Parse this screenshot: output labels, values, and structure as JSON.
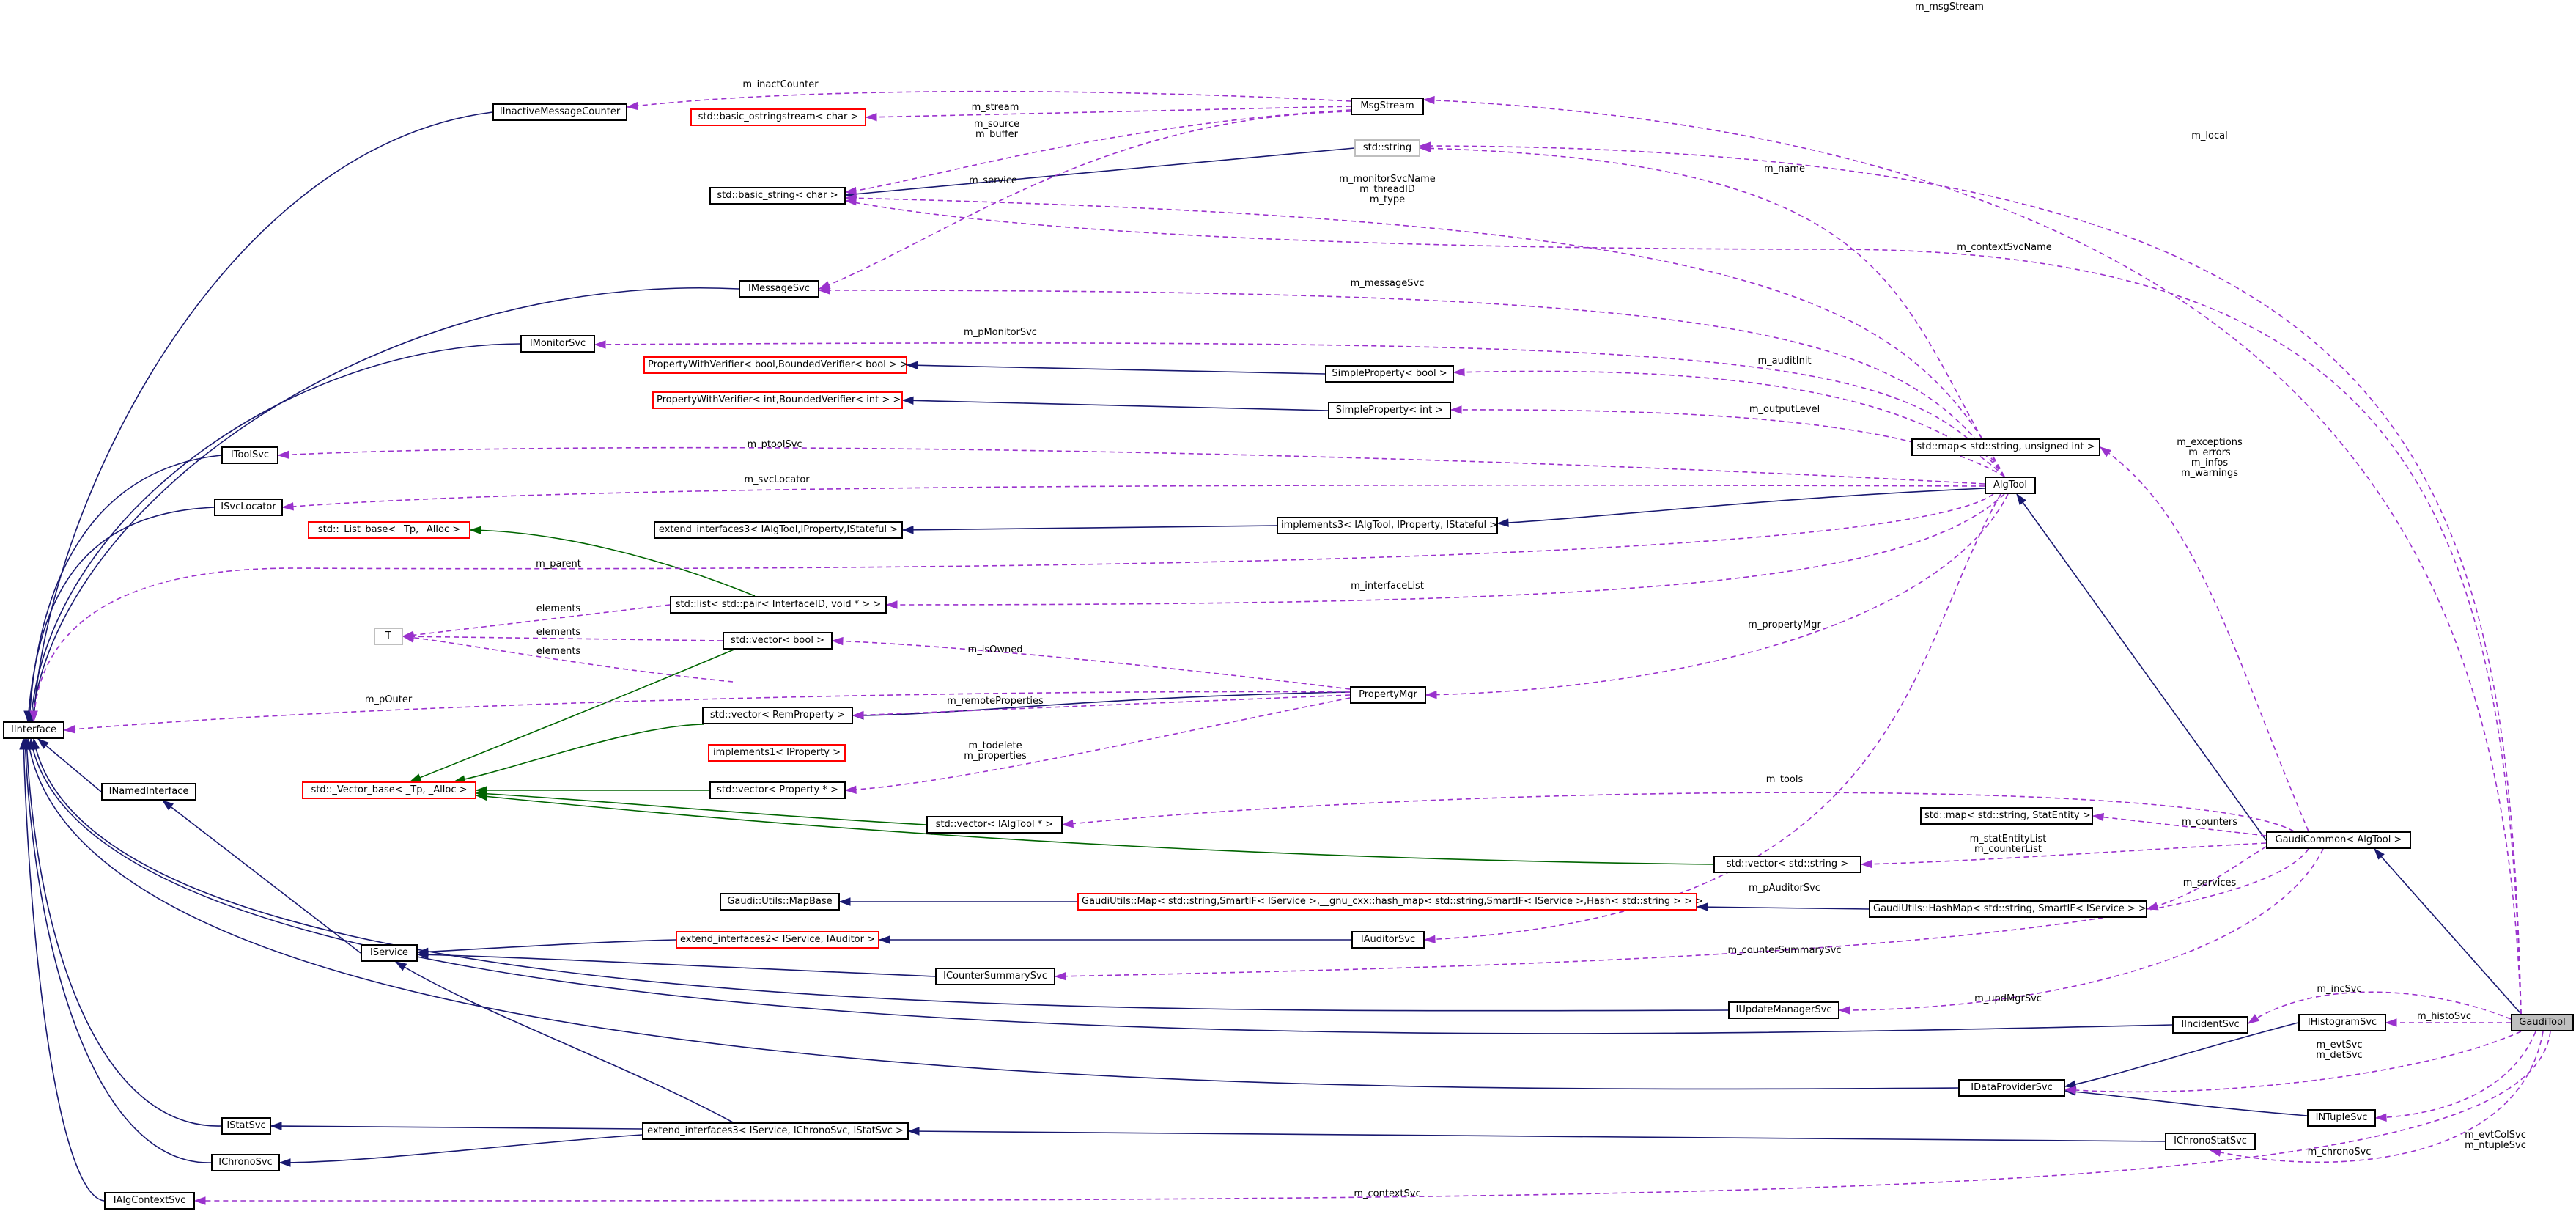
{
  "diagram": {
    "nodes": {
      "iinactive": {
        "label": "IInactiveMessageCounter"
      },
      "msgstream": {
        "label": "MsgStream"
      },
      "ostringstream": {
        "label": "std::basic_ostringstream< char >"
      },
      "stdstring": {
        "label": "std::string"
      },
      "basicstring": {
        "label": "std::basic_string< char >"
      },
      "imessagesvc": {
        "label": "IMessageSvc"
      },
      "imonitorsvc": {
        "label": "IMonitorSvc"
      },
      "pwv_bool": {
        "label": "PropertyWithVerifier< bool,BoundedVerifier< bool > >"
      },
      "pwv_int": {
        "label": "PropertyWithVerifier< int,BoundedVerifier< int > >"
      },
      "sp_bool": {
        "label": "SimpleProperty< bool >"
      },
      "sp_int": {
        "label": "SimpleProperty< int >"
      },
      "itoolsvc": {
        "label": "IToolSvc"
      },
      "isvclocator": {
        "label": "ISvcLocator"
      },
      "map_uint": {
        "label": "std::map< std::string, unsigned int >"
      },
      "algtool": {
        "label": "AlgTool"
      },
      "list_base": {
        "label": "std::_List_base< _Tp, _Alloc >"
      },
      "ext3": {
        "label": "extend_interfaces3< IAlgTool,IProperty,IStateful >"
      },
      "impl3": {
        "label": "implements3< IAlgTool, IProperty, IStateful >"
      },
      "list_pair": {
        "label": "std::list< std::pair< InterfaceID, void * > >"
      },
      "t": {
        "label": "T"
      },
      "vec_bool": {
        "label": "std::vector< bool >"
      },
      "propmgr": {
        "label": "PropertyMgr"
      },
      "iinterface": {
        "label": "IInterface"
      },
      "vec_remprop": {
        "label": "std::vector< RemProperty >"
      },
      "impl1": {
        "label": "implements1< IProperty >"
      },
      "inamed": {
        "label": "INamedInterface"
      },
      "vector_base": {
        "label": "std::_Vector_base< _Tp, _Alloc >"
      },
      "vec_prop": {
        "label": "std::vector< Property * >"
      },
      "vec_ialgtool": {
        "label": "std::vector< IAlgTool * >"
      },
      "map_stat": {
        "label": "std::map< std::string, StatEntity >"
      },
      "gaudicommon": {
        "label": "GaudiCommon< AlgTool >"
      },
      "vec_string": {
        "label": "std::vector< std::string >"
      },
      "mapbase": {
        "label": "Gaudi::Utils::MapBase"
      },
      "gu_map": {
        "label": "GaudiUtils::Map< std::string,SmartIF< IService >,__gnu_cxx::hash_map< std::string,SmartIF< IService >,Hash< std::string > > >"
      },
      "hashmap": {
        "label": "GaudiUtils::HashMap< std::string, SmartIF< IService > >"
      },
      "iservice": {
        "label": "IService"
      },
      "ext2": {
        "label": "extend_interfaces2< IService, IAuditor >"
      },
      "iauditorsvc": {
        "label": "IAuditorSvc"
      },
      "icountersummary": {
        "label": "ICounterSummarySvc"
      },
      "iupdatemgr": {
        "label": "IUpdateManagerSvc"
      },
      "iincidentsvc": {
        "label": "IIncidentSvc"
      },
      "ihistogramsvc": {
        "label": "IHistogramSvc"
      },
      "gauditool": {
        "label": "GaudiTool"
      },
      "idataprovider": {
        "label": "IDataProviderSvc"
      },
      "ituplesvc": {
        "label": "INTupleSvc"
      },
      "istatsvc": {
        "label": "IStatSvc"
      },
      "ext3chrono": {
        "label": "extend_interfaces3< IService, IChronoSvc, IStatSvc >"
      },
      "ichronostat": {
        "label": "IChronoStatSvc"
      },
      "ichronosvc": {
        "label": "IChronoSvc"
      },
      "ialgcontext": {
        "label": "IAlgContextSvc"
      }
    },
    "edge_labels": {
      "m_msgStream": "m_msgStream",
      "m_inactCounter": "m_inactCounter",
      "m_stream": "m_stream",
      "m_source_buffer": "m_source\nm_buffer",
      "m_service": "m_service",
      "m_local": "m_local",
      "m_name": "m_name",
      "m_monitor_thread_type": "m_monitorSvcName\nm_threadID\nm_type",
      "m_contextSvcName": "m_contextSvcName",
      "m_messageSvc": "m_messageSvc",
      "m_pMonitorSvc": "m_pMonitorSvc",
      "m_auditInit": "m_auditInit",
      "m_outputLevel": "m_outputLevel",
      "m_ptoolSvc": "m_ptoolSvc",
      "m_svcLocator": "m_svcLocator",
      "m_exc_err_inf_warn": "m_exceptions\nm_errors\nm_infos\nm_warnings",
      "m_parent": "m_parent",
      "m_interfaceList": "m_interfaceList",
      "elements_1": "elements",
      "elements_2": "elements",
      "elements_3": "elements",
      "m_propertyMgr": "m_propertyMgr",
      "m_isOwned": "m_isOwned",
      "m_pOuter": "m_pOuter",
      "m_remoteProperties": "m_remoteProperties",
      "m_todelete_properties": "m_todelete\nm_properties",
      "m_tools": "m_tools",
      "m_counters": "m_counters",
      "m_statEntity_counter": "m_statEntityList\nm_counterList",
      "m_pAuditorSvc": "m_pAuditorSvc",
      "m_services": "m_services",
      "m_counterSummarySvc": "m_counterSummarySvc",
      "m_updMgrSvc": "m_updMgrSvc",
      "m_incSvc": "m_incSvc",
      "m_histoSvc": "m_histoSvc",
      "m_evt_det": "m_evtSvc\nm_detSvc",
      "m_evtCol_ntuple": "m_evtColSvc\nm_ntupleSvc",
      "m_chronoSvc": "m_chronoSvc",
      "m_contextSvc": "m_contextSvc"
    },
    "colors": {
      "inheritance": "#191970",
      "template": "#006400",
      "usage": "#9a32cd",
      "text": "#000000",
      "highlight": "#bfbfbf",
      "red_border": "#ff0000",
      "grey_border": "#bfbfbf"
    }
  }
}
